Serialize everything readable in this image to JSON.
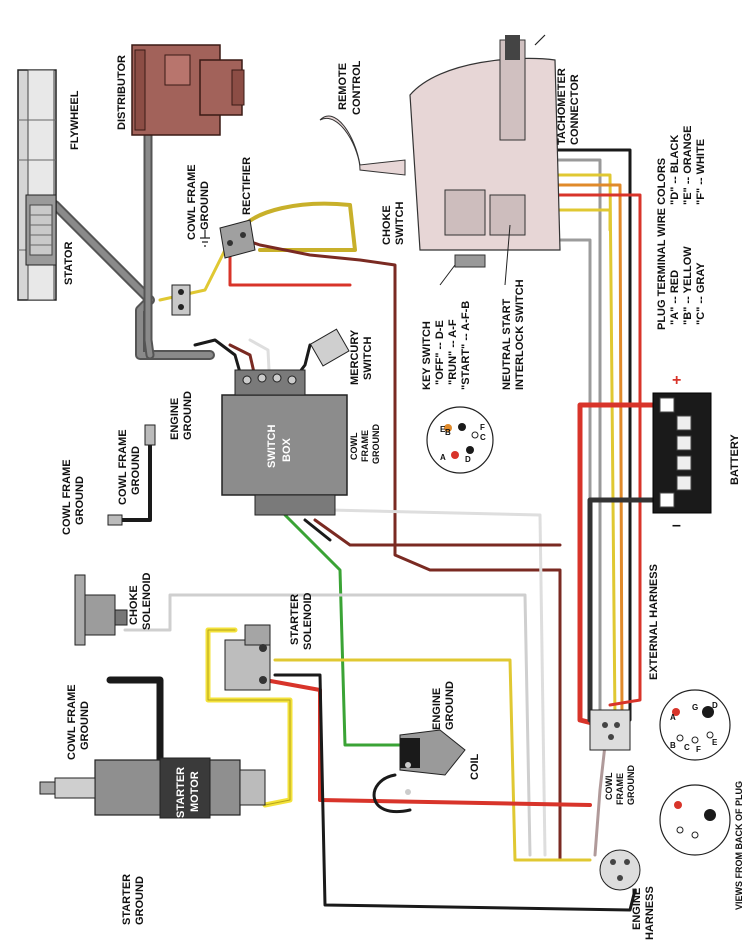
{
  "labels": {
    "flywheel": "FLYWHEEL",
    "stator": "STATOR",
    "distributor": "DISTRIBUTOR",
    "cowl_frame_ground_1": [
      "COWL FRAME",
      "GROUND"
    ],
    "rectifier": "RECTIFIER",
    "remote_control": [
      "REMOTE",
      "CONTROL"
    ],
    "tachometer_connector": [
      "TACHOMETER",
      "CONNECTOR"
    ],
    "choke_switch": [
      "CHOKE",
      "SWITCH"
    ],
    "plug_terminal_title": "PLUG TERMINAL WIRE COLORS",
    "plug_terminal_col1": [
      "\"A\" -- RED",
      "\"B\" -- YELLOW",
      "\"C\" -- GRAY"
    ],
    "plug_terminal_col2": [
      "\"D\" -- BLACK",
      "\"E\" -- ORANGE",
      "\"F\" -- WHITE"
    ],
    "neutral_start": [
      "NEUTRAL START",
      "INTERLOCK SWITCH"
    ],
    "key_switch": [
      "KEY SWITCH",
      "\"OFF\" -- D-E",
      "\"RUN\" -- A-F",
      "\"START\" -- A-F-B"
    ],
    "mercury_switch": [
      "MERCURY",
      "SWITCH"
    ],
    "engine_ground_1": [
      "ENGINE",
      "GROUND"
    ],
    "cowl_frame_ground_2": [
      "COWL FRAME",
      "GROUND"
    ],
    "cowl_frame_ground_3": [
      "COWL FRAME",
      "GROUND"
    ],
    "switch_box": [
      "SWITCH",
      "BOX"
    ],
    "cowl_frame_ground_box": [
      "COWL",
      "FRAME",
      "GROUND"
    ],
    "battery": "BATTERY",
    "battery_plus": "+",
    "battery_minus": "–",
    "choke_solenoid": [
      "CHOKE",
      "SOLENOID"
    ],
    "starter_solenoid": [
      "STARTER",
      "SOLENOID"
    ],
    "external_harness": "EXTERNAL HARNESS",
    "engine_ground_2": [
      "ENGINE",
      "GROUND"
    ],
    "coil": "COIL",
    "cowl_frame_ground_4": [
      "COWL FRAME",
      "GROUND"
    ],
    "starter_motor": [
      "STARTER",
      "MOTOR"
    ],
    "starter_ground": [
      "STARTER",
      "GROUND"
    ],
    "cowl_frame_ground_5": [
      "COWL",
      "FRAME",
      "GROUND"
    ],
    "engine_harness": [
      "ENGINE",
      "HARNESS"
    ],
    "views_from_back": "VIEWS FROM BACK OF PLUG",
    "key_pins": [
      "A",
      "B",
      "C",
      "D",
      "E",
      "F"
    ],
    "plug_pins": [
      "A",
      "B",
      "C",
      "D",
      "E",
      "F",
      "G"
    ]
  },
  "colors": {
    "red": "#d8342a",
    "dark_red": "#7a2a22",
    "black": "#1a1a1a",
    "yellow": "#f3e23a",
    "green": "#3aa335",
    "gray": "#8a8a8a",
    "white_wire": "#e8e8e8",
    "orange": "#e08a2a",
    "distributor": "#a2625a",
    "remote_control": "#e7d6d6",
    "component": "#8c8c8c"
  }
}
